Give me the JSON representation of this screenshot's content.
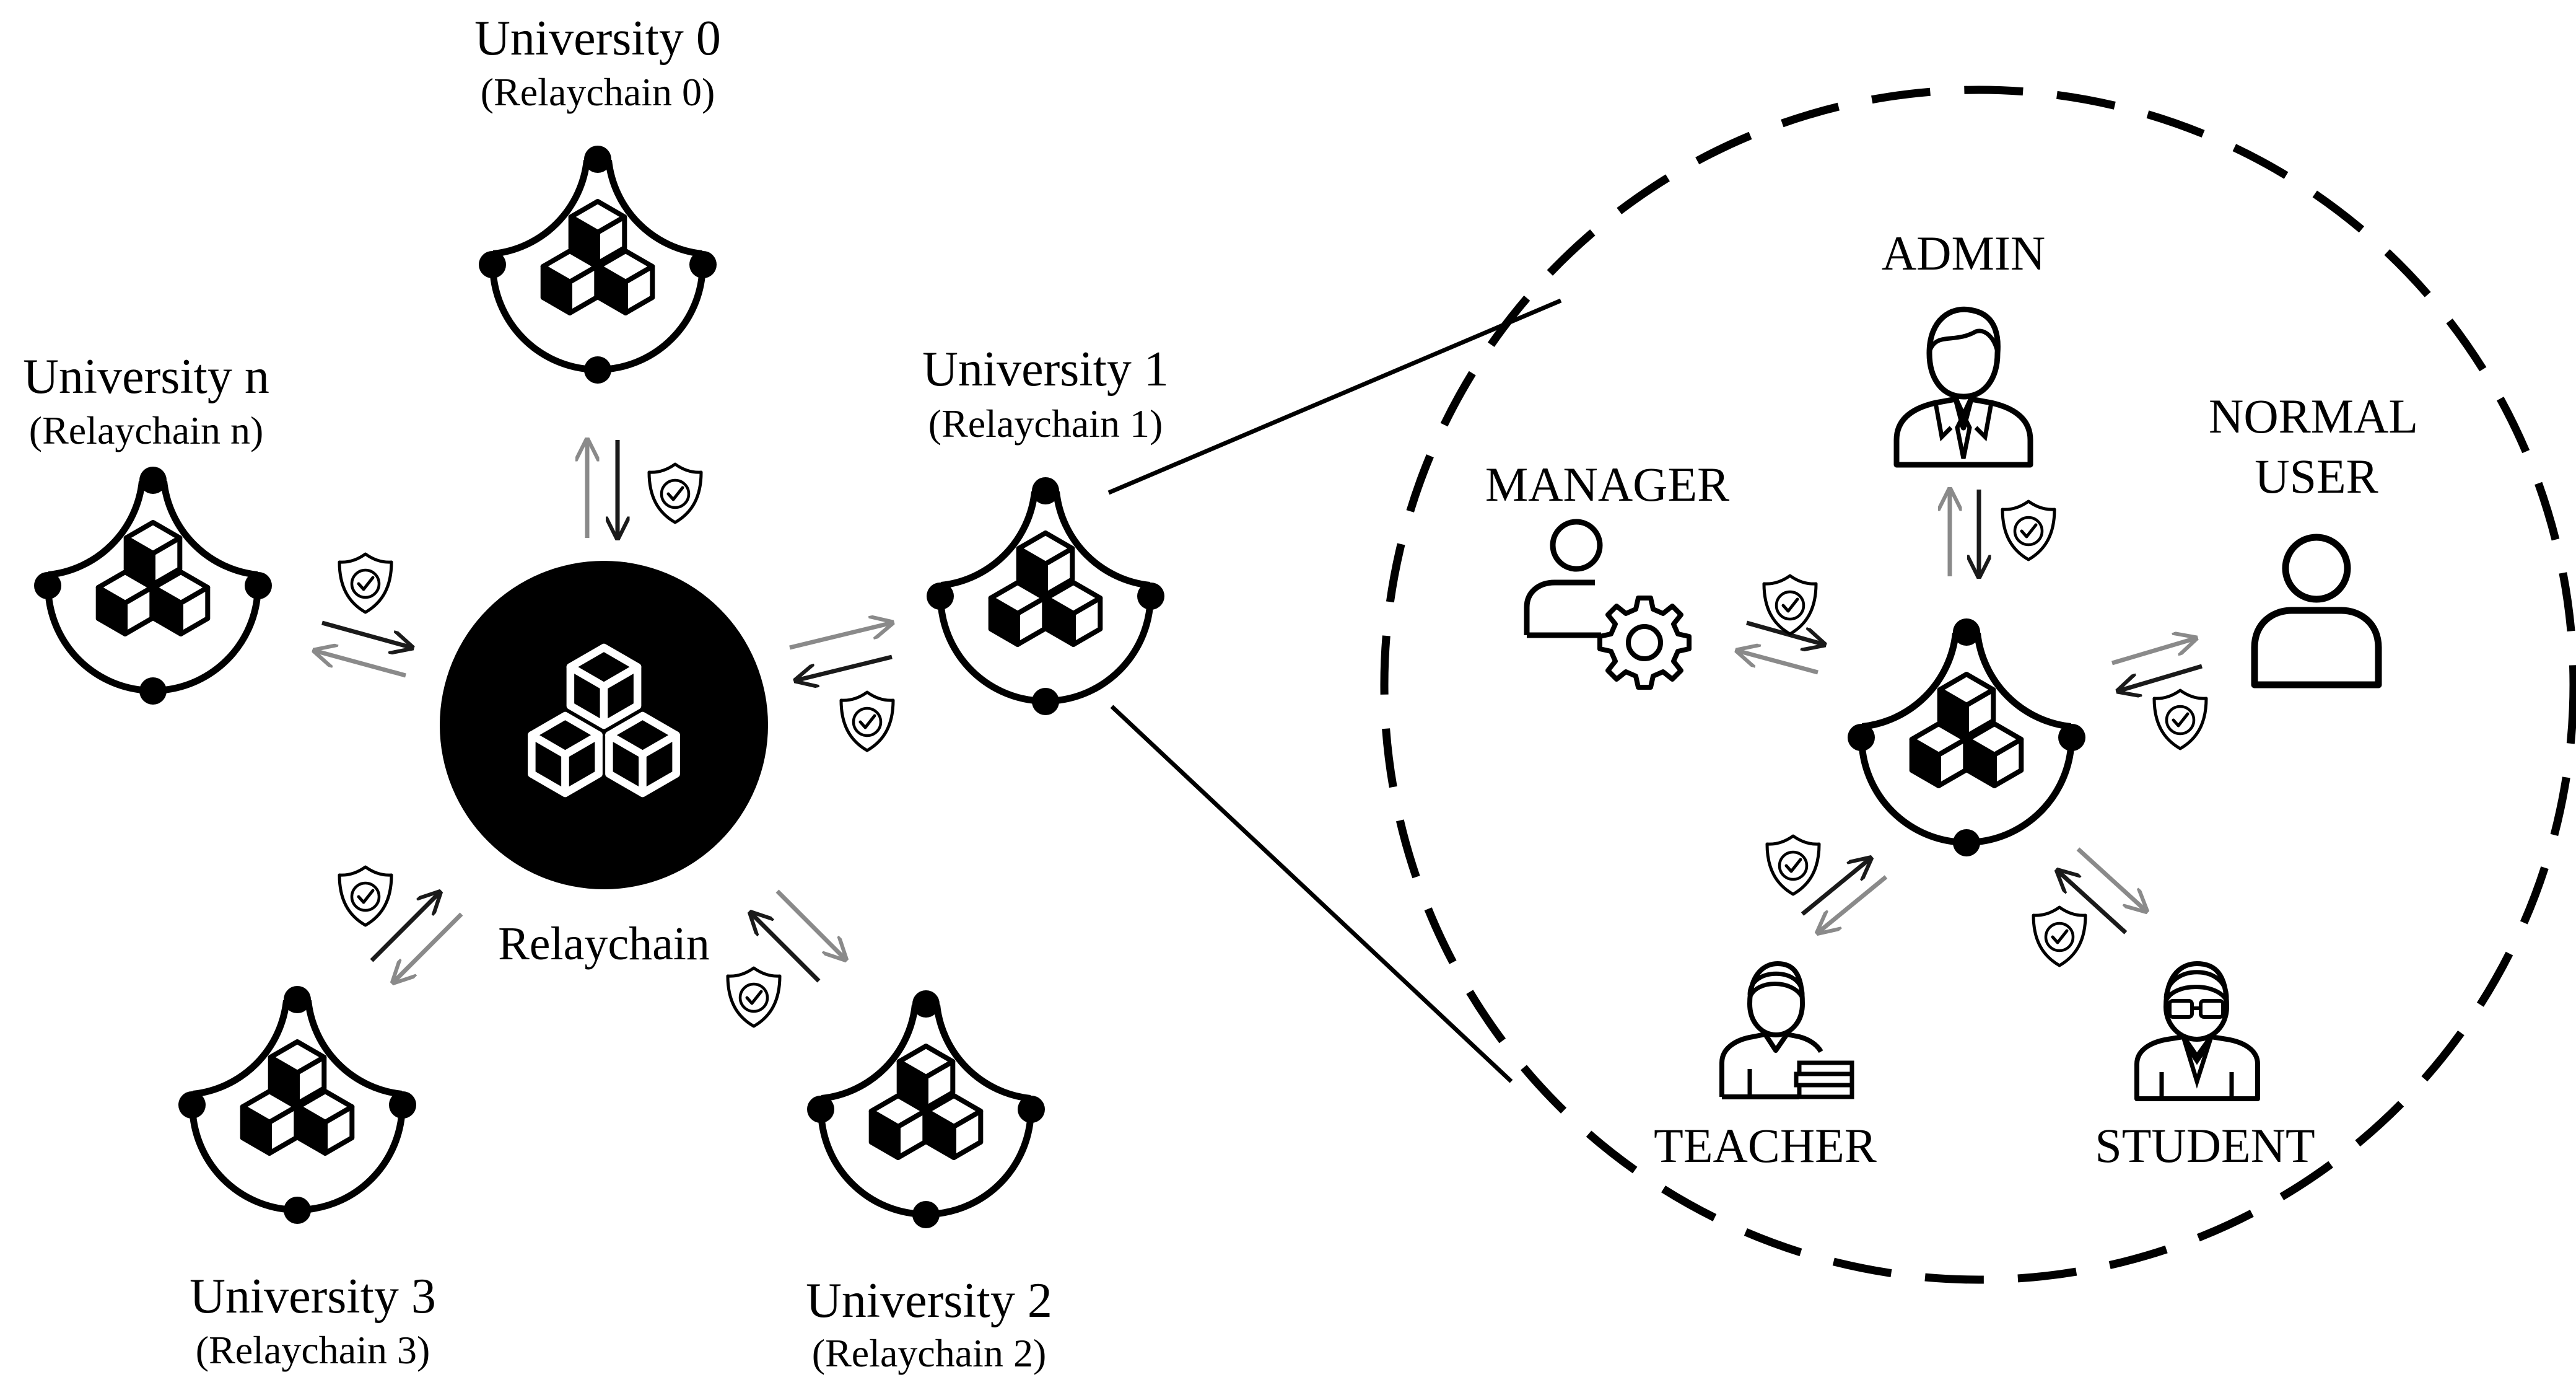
{
  "hub": {
    "label": "Relaychain"
  },
  "universities": [
    {
      "id": "u0",
      "name": "University 0",
      "chain": "(Relaychain 0)"
    },
    {
      "id": "un",
      "name": "University n",
      "chain": "(Relaychain n)"
    },
    {
      "id": "u1",
      "name": "University 1",
      "chain": "(Relaychain 1)"
    },
    {
      "id": "u3",
      "name": "University 3",
      "chain": "(Relaychain 3)"
    },
    {
      "id": "u2",
      "name": "University 2",
      "chain": "(Relaychain 2)"
    }
  ],
  "roles": {
    "admin": "ADMIN",
    "manager": "MANAGER",
    "normal_user": [
      "NORMAL",
      "USER"
    ],
    "teacher": "TEACHER",
    "student": "STUDENT"
  },
  "icons": {
    "node": "blockchain-cubes-icon",
    "link": "verified-shield-icon",
    "admin": "businessman-icon",
    "manager": "user-gear-icon",
    "normal_user": "user-outline-icon",
    "teacher": "teacher-books-icon",
    "student": "student-glasses-icon"
  },
  "colors": {
    "ink": "#000000",
    "arrow_secondary": "#8a8a8a",
    "background": "#ffffff"
  }
}
